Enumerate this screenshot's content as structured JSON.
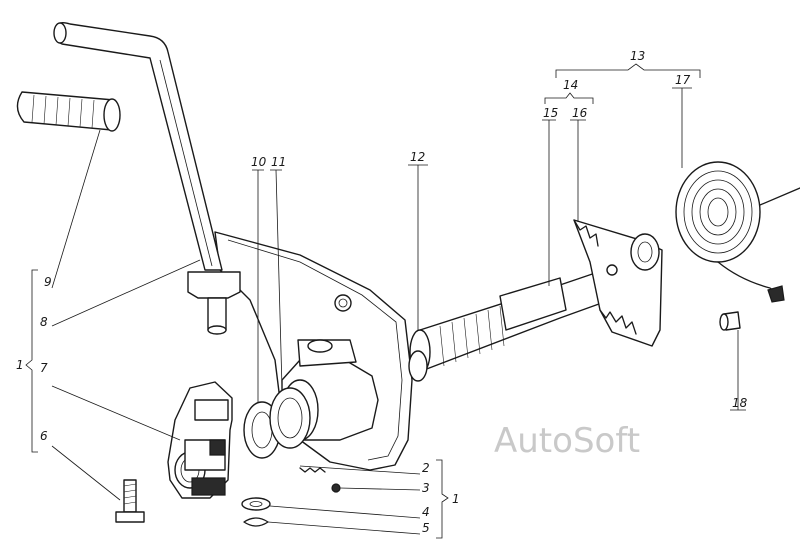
{
  "callouts": {
    "c1_left": "1",
    "c1_right": "1",
    "c2": "2",
    "c3": "3",
    "c4": "4",
    "c5": "5",
    "c6": "6",
    "c7": "7",
    "c8": "8",
    "c9": "9",
    "c10": "10",
    "c11": "11",
    "c12": "12",
    "c13": "13",
    "c14": "14",
    "c15": "15",
    "c16": "16",
    "c17": "17",
    "c18": "18"
  },
  "watermark": "AutoSoft"
}
